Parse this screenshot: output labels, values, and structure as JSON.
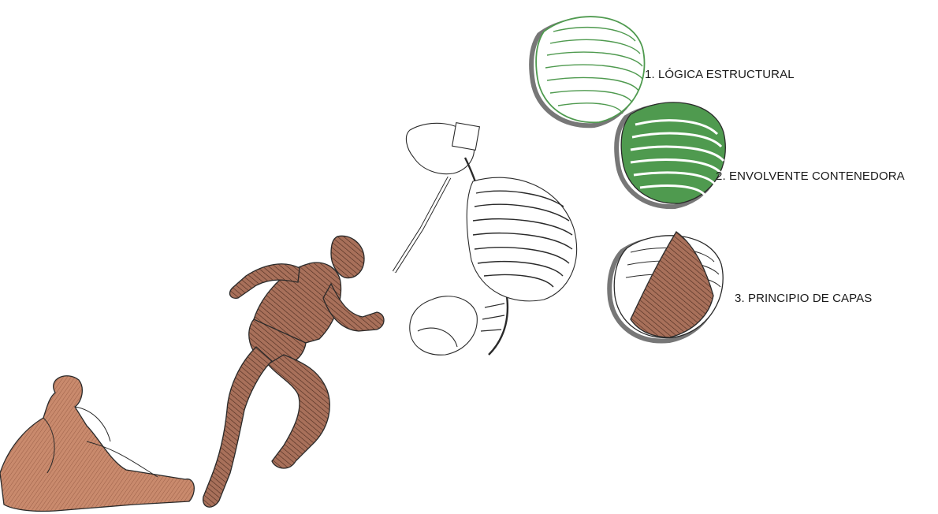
{
  "labels": {
    "step1": "1. LÓGICA ESTRUCTURAL",
    "step2": "2. ENVOLVENTE CONTENEDORA",
    "step3": "3. PRINCIPIO DE CAPAS"
  },
  "colors": {
    "skin": "#c98a6d",
    "muscle": "#8a5a44",
    "green": "#4f9a4f",
    "outline": "#2a2a2a",
    "shadow": "#777777"
  },
  "figures": {
    "seated": "seated-figure",
    "runner": "running-figure",
    "skeleton": "skeleton-figure",
    "ribcage_1": "ribcage-structural-icon",
    "ribcage_2": "ribcage-envelope-icon",
    "ribcage_3": "ribcage-layers-icon"
  }
}
